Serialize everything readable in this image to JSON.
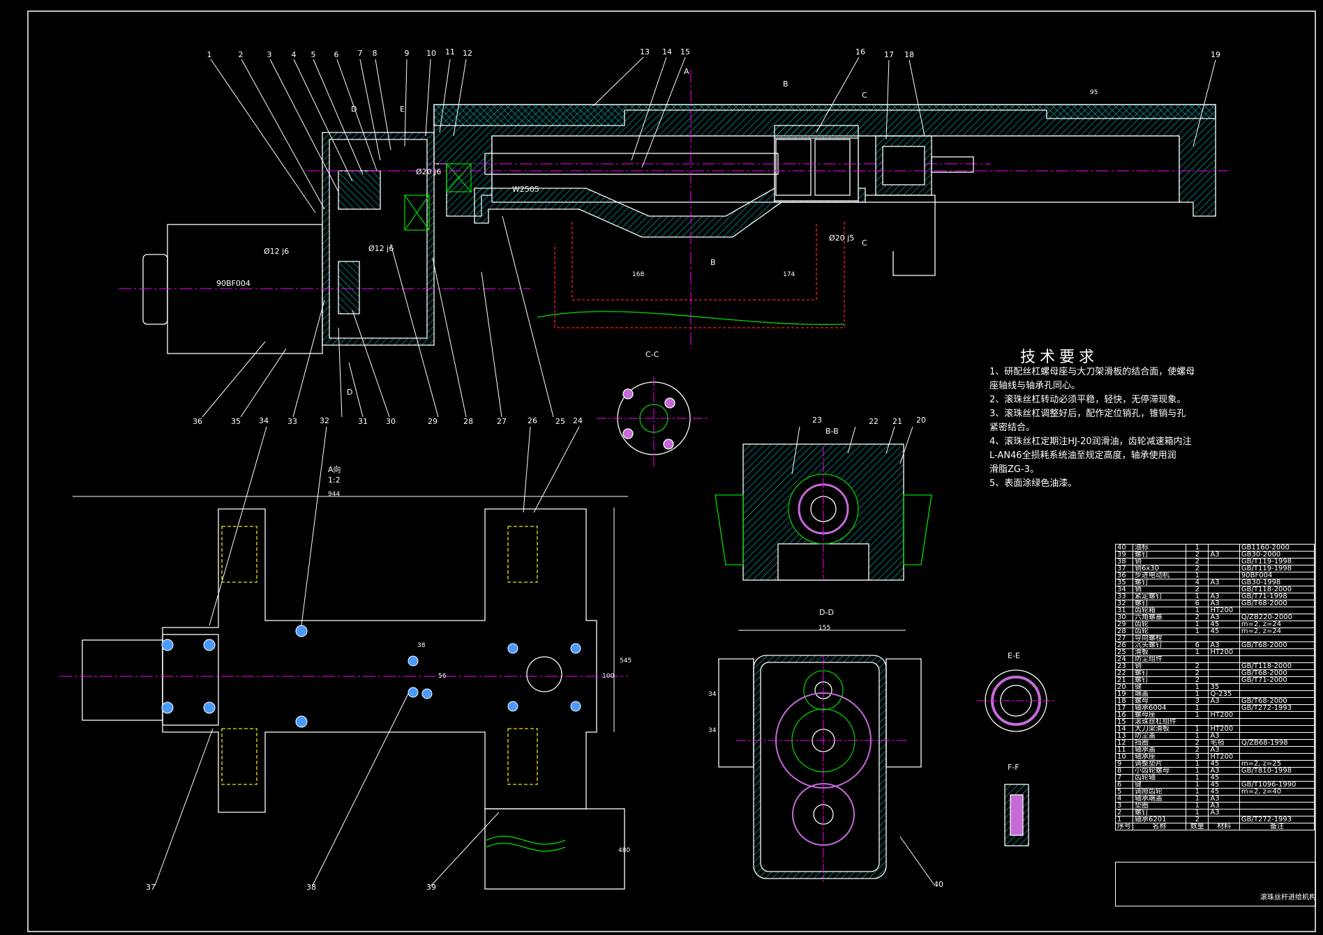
{
  "balloons": [
    "1",
    "2",
    "3",
    "4",
    "5",
    "6",
    "7",
    "8",
    "9",
    "10",
    "11",
    "12",
    "13",
    "14",
    "15",
    "16",
    "17",
    "18",
    "19",
    "20",
    "21",
    "22",
    "23",
    "24",
    "25",
    "26",
    "27",
    "28",
    "29",
    "30",
    "31",
    "32",
    "33",
    "34",
    "35",
    "36",
    "37",
    "38",
    "39",
    "40"
  ],
  "labels": {
    "fit_d20_top": "Ø20 j6",
    "fit_d20_right": "Ø20 j5",
    "fit_d12_left": "Ø12 j6",
    "fit_d12_mid": "Ø12 j6",
    "motor_code": "90BF004",
    "screw_code": "W2505",
    "sec_A": "A",
    "sec_B": "B",
    "sec_C": "C",
    "sec_D": "D",
    "sec_E": "E",
    "view_CC": "C-C",
    "view_BB": "B-B",
    "view_DD": "D-D",
    "view_EE": "E-E",
    "view_FF": "F-F",
    "view_A": "A向",
    "view_A_scale": "1:2"
  },
  "dimensions": {
    "d95": "95",
    "d155": "155",
    "d168": "168",
    "d174": "174",
    "d38": "38",
    "d56": "56",
    "d100": "100",
    "d545": "545",
    "d944": "944",
    "d480": "480",
    "d34a": "34",
    "d34b": "34"
  },
  "tech_requirements": {
    "title": "技术要求",
    "items": [
      "1、研配丝杠螺母座与大刀架滑板的结合面，使螺母",
      "    座轴线与轴承孔同心。",
      "2、滚珠丝杠转动必须平稳，轻快，无停滞现象。",
      "3、滚珠丝杠调整好后，配作定位销孔，锥销与孔",
      "    紧密结合。",
      "4、滚珠丝杠定期注HJ-20润滑油，齿轮减速箱内注",
      "    L-AN46全损耗系统油至规定高度，轴承使用润",
      "    滑脂ZG-3。",
      "5、表面涂绿色油漆。"
    ]
  },
  "bom": {
    "header": {
      "no": "序号",
      "name": "名称",
      "qty": "数量",
      "mat": "材料",
      "note": "备注"
    },
    "rows": [
      {
        "no": "40",
        "name": "油标",
        "qty": "1",
        "mat": "",
        "note": "GB1160-2000"
      },
      {
        "no": "39",
        "name": "螺钉",
        "qty": "2",
        "mat": "A3",
        "note": "GB30-2000"
      },
      {
        "no": "38",
        "name": "销",
        "qty": "2",
        "mat": "",
        "note": "GB/T119-1998"
      },
      {
        "no": "37",
        "name": "销6x30",
        "qty": "2",
        "mat": "",
        "note": "GB/T119-1998"
      },
      {
        "no": "36",
        "name": "步进电动机",
        "qty": "1",
        "mat": "",
        "note": "90BF004"
      },
      {
        "no": "35",
        "name": "螺钉",
        "qty": "4",
        "mat": "A3",
        "note": "GB30-1998"
      },
      {
        "no": "34",
        "name": "销",
        "qty": "2",
        "mat": "",
        "note": "GB/T118-2000"
      },
      {
        "no": "33",
        "name": "紧定螺钉",
        "qty": "1",
        "mat": "A3",
        "note": "GB/T71-1998"
      },
      {
        "no": "32",
        "name": "螺钉",
        "qty": "6",
        "mat": "A3",
        "note": "GB/T68-2000"
      },
      {
        "no": "31",
        "name": "齿轮箱",
        "qty": "1",
        "mat": "HT200",
        "note": ""
      },
      {
        "no": "30",
        "name": "六角螺塞",
        "qty": "2",
        "mat": "A3",
        "note": "Q/ZB220-2000"
      },
      {
        "no": "29",
        "name": "齿轮",
        "qty": "1",
        "mat": "45",
        "note": "m=2, z=24"
      },
      {
        "no": "28",
        "name": "齿轮",
        "qty": "1",
        "mat": "45",
        "note": "m=2, z=24"
      },
      {
        "no": "27",
        "name": "导向螺栓",
        "qty": "",
        "mat": "",
        "note": ""
      },
      {
        "no": "26",
        "name": "沉头螺钉",
        "qty": "6",
        "mat": "A3",
        "note": "GB/T68-2000"
      },
      {
        "no": "25",
        "name": "滑板",
        "qty": "1",
        "mat": "HT200",
        "note": ""
      },
      {
        "no": "24",
        "name": "防尘组件",
        "qty": "",
        "mat": "",
        "note": ""
      },
      {
        "no": "23",
        "name": "销",
        "qty": "2",
        "mat": "",
        "note": "GB/T118-2000"
      },
      {
        "no": "22",
        "name": "螺钉",
        "qty": "2",
        "mat": "",
        "note": "GB/T68-2000"
      },
      {
        "no": "21",
        "name": "螺钉",
        "qty": "2",
        "mat": "",
        "note": "GB/T71-2000"
      },
      {
        "no": "20",
        "name": "键",
        "qty": "1",
        "mat": "35",
        "note": ""
      },
      {
        "no": "19",
        "name": "端盖",
        "qty": "1",
        "mat": "Q-235",
        "note": ""
      },
      {
        "no": "18",
        "name": "螺母",
        "qty": "3",
        "mat": "A3",
        "note": "GB/T68-2000"
      },
      {
        "no": "17",
        "name": "轴承6004",
        "qty": "1",
        "mat": "",
        "note": "GB/T272-1993"
      },
      {
        "no": "16",
        "name": "螺母座",
        "qty": "1",
        "mat": "HT200",
        "note": ""
      },
      {
        "no": "15",
        "name": "滚珠丝杠组件",
        "qty": "",
        "mat": "",
        "note": ""
      },
      {
        "no": "14",
        "name": "大刀架滑板",
        "qty": "1",
        "mat": "HT200",
        "note": ""
      },
      {
        "no": "13",
        "name": "防尘盖",
        "qty": "1",
        "mat": "A3",
        "note": ""
      },
      {
        "no": "12",
        "name": "挡圈",
        "qty": "2",
        "mat": "毛毡",
        "note": "Q/ZB68-1998"
      },
      {
        "no": "11",
        "name": "轴承盖",
        "qty": "2",
        "mat": "A3",
        "note": ""
      },
      {
        "no": "10",
        "name": "轴承座",
        "qty": "3",
        "mat": "HT200",
        "note": ""
      },
      {
        "no": "9",
        "name": "调整垫片",
        "qty": "1",
        "mat": "45",
        "note": "m=2, z=25"
      },
      {
        "no": "8",
        "name": "小齿轮螺母",
        "qty": "1",
        "mat": "A3",
        "note": "GB/T810-1998"
      },
      {
        "no": "7",
        "name": "齿轮轴",
        "qty": "1",
        "mat": "45",
        "note": ""
      },
      {
        "no": "6",
        "name": "键",
        "qty": "1",
        "mat": "45",
        "note": "GB/T1096-1990"
      },
      {
        "no": "5",
        "name": "调隙齿轮",
        "qty": "1",
        "mat": "45",
        "note": "m=2, z=40"
      },
      {
        "no": "4",
        "name": "轴承端盖",
        "qty": "1",
        "mat": "A3",
        "note": ""
      },
      {
        "no": "3",
        "name": "垫圈",
        "qty": "1",
        "mat": "A3",
        "note": ""
      },
      {
        "no": "2",
        "name": "螺钉",
        "qty": "1",
        "mat": "A3",
        "note": ""
      },
      {
        "no": "1",
        "name": "轴承6201",
        "qty": "2",
        "mat": "",
        "note": "GB/T272-1993"
      }
    ]
  },
  "title_block": {
    "name": "滚珠丝杆进给机构"
  },
  "colors": {
    "background": "#000000",
    "outline": "#ffffff",
    "hatch": "#00c8c8",
    "centerline": "#ff00ff",
    "hidden": "#e8e800",
    "phantom": "#ff2020",
    "break_line": "#00e000",
    "bearing": "#00d000"
  }
}
